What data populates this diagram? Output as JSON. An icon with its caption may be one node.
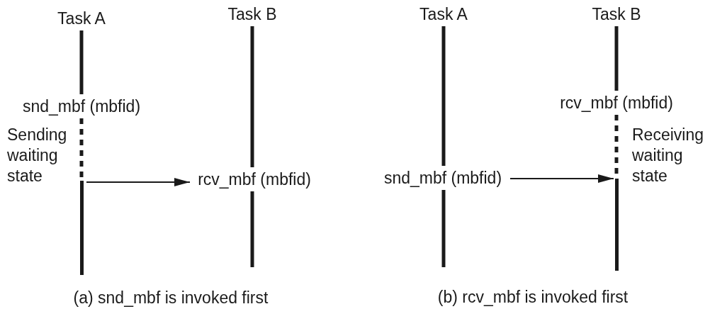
{
  "diagram": {
    "nodes": [
      {
        "text": [
          "Task A"
        ]
      },
      {
        "text": [
          "Task B"
        ]
      },
      {
        "text": [
          "snd_mbf (mbfid)"
        ]
      },
      {
        "text": [
          "rcv_mbf (mbfid)"
        ]
      },
      {
        "text": [],
        "shape": "bar"
      },
      {
        "text": [
          "Task A"
        ]
      },
      {
        "text": [
          "Task B"
        ]
      },
      {
        "text": [
          "rcv_mbf (mbfid)"
        ]
      },
      {
        "text": [
          "snd_mbf (mbfid)"
        ]
      },
      {
        "text": [],
        "shape": "bar"
      }
    ],
    "edges": [
      {
        "from": 4,
        "to": 3,
        "arrow": "to"
      },
      {
        "from": 8,
        "to": 9,
        "arrow": "to"
      },
      {
        "from": 0,
        "to": 2,
        "arrow": "none"
      },
      {
        "from": 2,
        "to": 4,
        "arrow": "none",
        "style": "dashed"
      },
      {
        "from": 1,
        "to": 3,
        "arrow": "none"
      },
      {
        "from": 3,
        "to": null,
        "arrow": "none"
      },
      {
        "from": 5,
        "to": 8,
        "arrow": "none"
      },
      {
        "from": 8,
        "to": null,
        "arrow": "none"
      },
      {
        "from": 6,
        "to": 7,
        "arrow": "none"
      },
      {
        "from": 7,
        "to": 9,
        "arrow": "none",
        "style": "dashed"
      }
    ],
    "labels": [
      "Sending waiting state",
      "Receiving waiting state",
      "(a) snd_mbf is invoked first",
      "(b) rcv_mbf is invoked first"
    ]
  }
}
